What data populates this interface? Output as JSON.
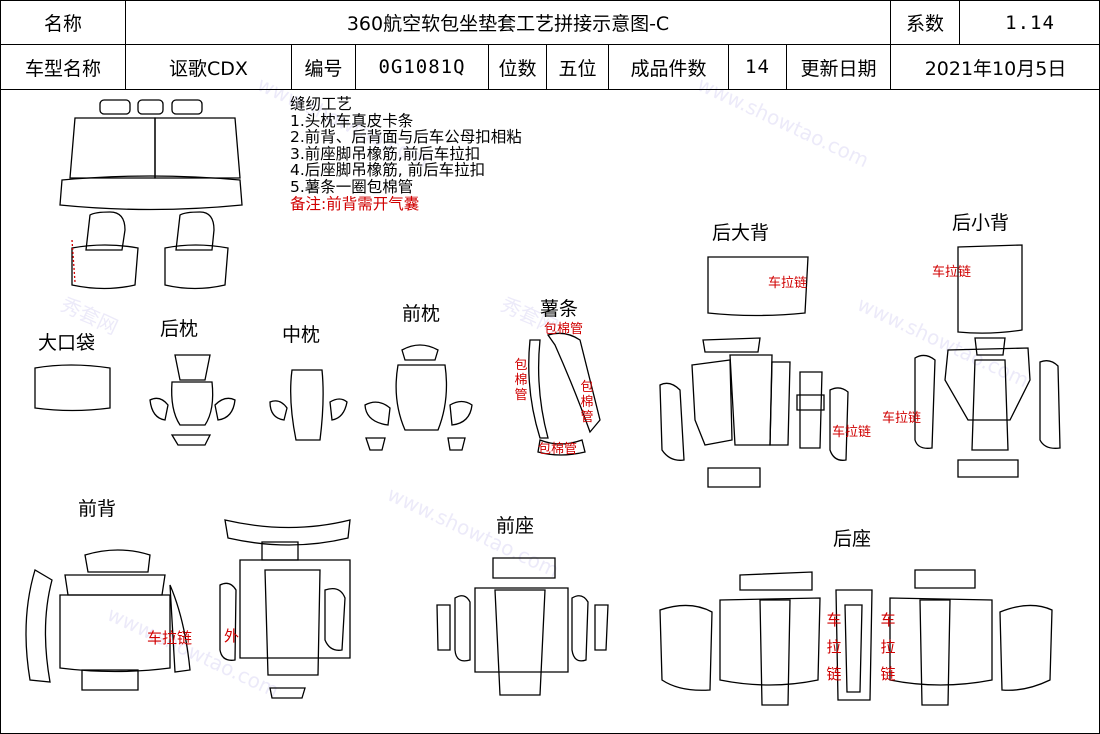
{
  "header": {
    "name_label": "名称",
    "title": "360航空软包坐垫套工艺拼接示意图-C",
    "coef_label": "系数",
    "coef_value": "1.14",
    "model_label": "车型名称",
    "model_value": "讴歌CDX",
    "code_label": "编号",
    "code_value": "0G1081Q",
    "seats_label": "位数",
    "seats_value": "五位",
    "pieces_label": "成品件数",
    "pieces_value": "14",
    "update_label": "更新日期",
    "update_value": "2021年10月5日"
  },
  "notes": {
    "title": "缝纫工艺",
    "items": [
      "1.头枕车真皮卡条",
      "2.前背、后背面与后车公母扣相粘",
      "3.前座脚吊橡筋,前后车拉扣",
      "4.后座脚吊橡筋, 前后车拉扣",
      "5.薯条一圈包棉管"
    ],
    "remark": "备注:前背需开气囊"
  },
  "labels": {
    "big_pocket": "大口袋",
    "rear_headrest": "后枕",
    "mid_headrest": "中枕",
    "front_headrest": "前枕",
    "strip": "薯条",
    "rear_big_back": "后大背",
    "rear_small_back": "后小背",
    "front_back": "前背",
    "front_seat": "前座",
    "rear_seat": "后座"
  },
  "red_labels": {
    "zipper": "车拉链",
    "outer": "外",
    "cotton_tube": "包棉管"
  },
  "watermark": {
    "brand": "秀套网",
    "url": "www.showtao.com"
  }
}
